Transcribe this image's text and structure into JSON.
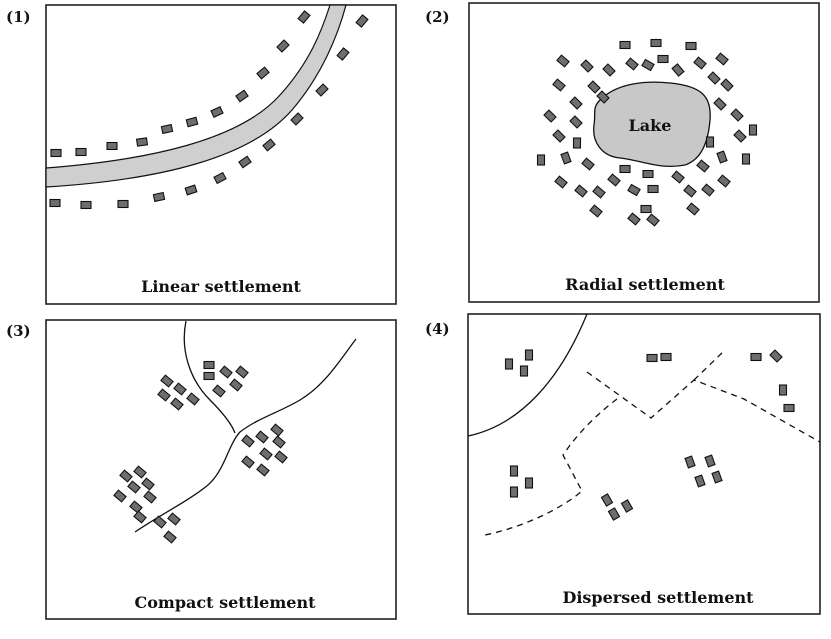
{
  "panels": [
    {
      "number": "(1)",
      "caption": "Linear settlement"
    },
    {
      "number": "(2)",
      "caption": "Radial settlement",
      "feature_label": "Lake"
    },
    {
      "number": "(3)",
      "caption": "Compact settlement"
    },
    {
      "number": "(4)",
      "caption": "Dispersed settlement"
    }
  ],
  "colors": {
    "house_fill": "#6e6e6e",
    "road_fill": "#cfcfcf",
    "lake_fill": "#c8c8c8",
    "outline": "#111111"
  }
}
